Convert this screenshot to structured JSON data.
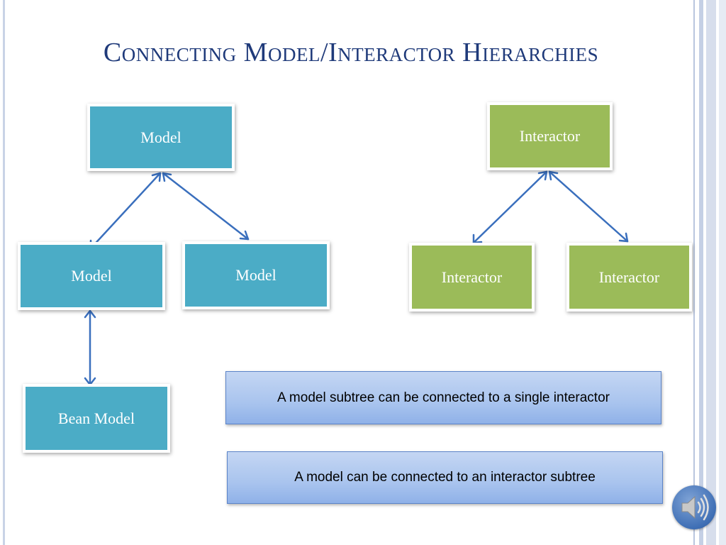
{
  "slide": {
    "title": "Connecting Model/Interactor Hierarchies"
  },
  "model_tree": {
    "root": "Model",
    "child_left": "Model",
    "child_right": "Model",
    "grandchild": "Bean Model"
  },
  "interactor_tree": {
    "root": "Interactor",
    "child_left": "Interactor",
    "child_right": "Interactor"
  },
  "callouts": [
    "A model subtree can be connected to a single interactor",
    "A model can be connected to an interactor subtree"
  ],
  "colors": {
    "title": "#1f3a7a",
    "model_fill": "#4bacc6",
    "interactor_fill": "#9bbb59",
    "arrow": "#3a6fbd"
  },
  "icons": {
    "audio": "speaker-icon"
  }
}
